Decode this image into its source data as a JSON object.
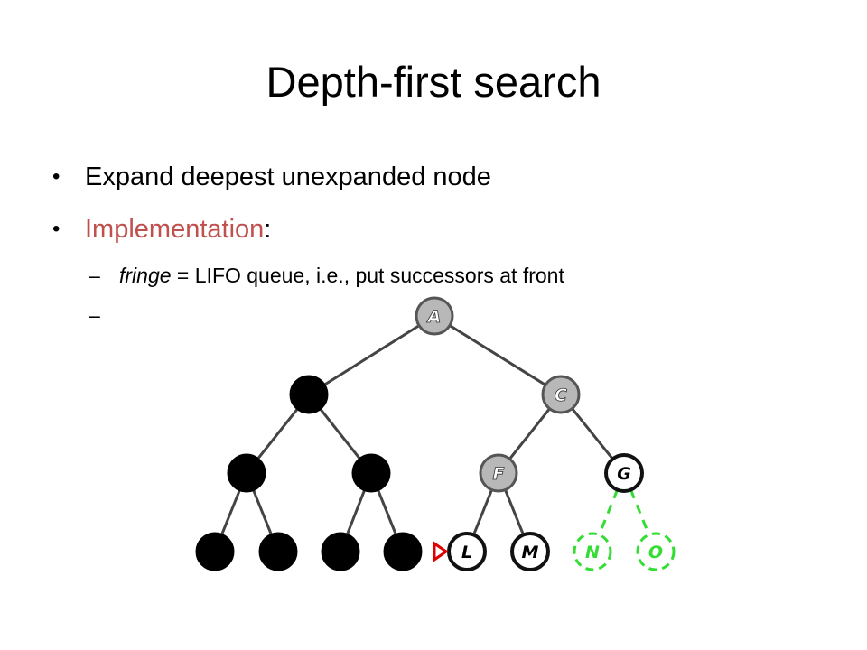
{
  "slide": {
    "title": "Depth-first search",
    "bullets": [
      {
        "text": "Expand deepest unexpanded node"
      },
      {
        "label": "Implementation",
        "suffix": ":"
      }
    ],
    "sub_bullets": [
      {
        "dash": "–",
        "italic": "fringe",
        "text": " = LIFO queue, i.e., put successors at front"
      },
      {
        "dash": "–",
        "text": ""
      }
    ],
    "bullet_symbol": "•"
  },
  "colors": {
    "accent": "#c0504d",
    "expanded_node": "#000000",
    "frontier_node": "#b8b8b8",
    "generated_node": "#ffffff",
    "new_node": "#33dd33",
    "pointer": "#e00000",
    "edge": "#444444"
  },
  "tree": {
    "nodes": [
      {
        "id": "A",
        "label": "A",
        "state": "frontier"
      },
      {
        "id": "B",
        "label": "",
        "state": "expanded"
      },
      {
        "id": "C",
        "label": "C",
        "state": "frontier"
      },
      {
        "id": "D",
        "label": "",
        "state": "expanded"
      },
      {
        "id": "E",
        "label": "",
        "state": "expanded"
      },
      {
        "id": "F",
        "label": "F",
        "state": "frontier"
      },
      {
        "id": "G",
        "label": "G",
        "state": "generated"
      },
      {
        "id": "H",
        "label": "",
        "state": "expanded"
      },
      {
        "id": "I",
        "label": "",
        "state": "expanded"
      },
      {
        "id": "J",
        "label": "",
        "state": "expanded"
      },
      {
        "id": "K",
        "label": "",
        "state": "expanded"
      },
      {
        "id": "L",
        "label": "L",
        "state": "generated",
        "current": true
      },
      {
        "id": "M",
        "label": "M",
        "state": "generated"
      },
      {
        "id": "N",
        "label": "N",
        "state": "new"
      },
      {
        "id": "O",
        "label": "O",
        "state": "new"
      }
    ],
    "edges": [
      [
        "A",
        "B"
      ],
      [
        "A",
        "C"
      ],
      [
        "B",
        "D"
      ],
      [
        "B",
        "E"
      ],
      [
        "C",
        "F"
      ],
      [
        "C",
        "G"
      ],
      [
        "D",
        "H"
      ],
      [
        "D",
        "I"
      ],
      [
        "E",
        "J"
      ],
      [
        "E",
        "K"
      ],
      [
        "F",
        "L"
      ],
      [
        "F",
        "M"
      ],
      [
        "G",
        "N"
      ],
      [
        "G",
        "O"
      ]
    ]
  }
}
